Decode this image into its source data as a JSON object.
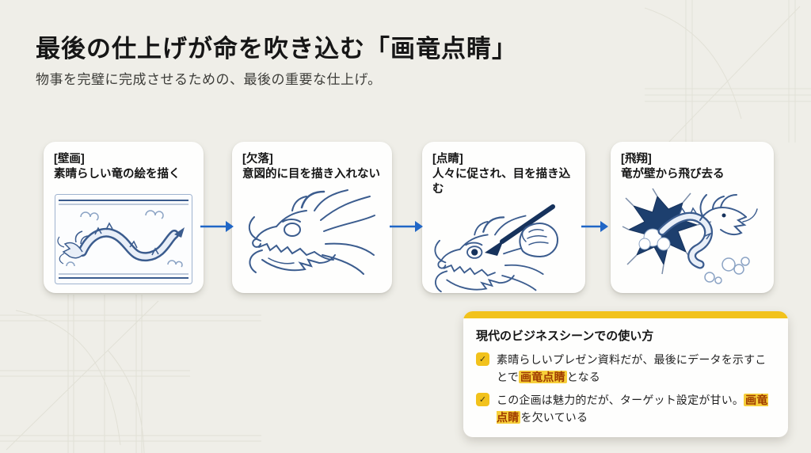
{
  "slide": {
    "title": "最後の仕上げが命を吹き込む「画竜点睛」",
    "subtitle": "物事を完璧に完成させるための、最後の重要な仕上げ。"
  },
  "steps": [
    {
      "tag": "[壁画]",
      "desc": "素晴らしい竜の絵を描く",
      "image": "dragon-mural"
    },
    {
      "tag": "[欠落]",
      "desc": "意図的に目を描き入れない",
      "image": "dragon-head-without-eyes"
    },
    {
      "tag": "[点睛]",
      "desc": "人々に促され、目を描き込む",
      "image": "hand-painting-dragon-eye"
    },
    {
      "tag": "[飛翔]",
      "desc": "竜が壁から飛び去る",
      "image": "dragon-flying-out-of-wall"
    }
  ],
  "usage_box": {
    "title": "現代のビジネスシーンでの使い方",
    "check_icon": "✓",
    "items": [
      {
        "pre": "素晴らしいプレゼン資料だが、最後にデータを示すことで",
        "highlight": "画竜点睛",
        "post": "となる"
      },
      {
        "pre": "この企画は魅力的だが、ターゲット設定が甘い。",
        "highlight": "画竜点睛",
        "post": "を欠いている"
      }
    ]
  },
  "colors": {
    "background": "#efeee8",
    "card_background": "#fefefd",
    "title_text": "#161616",
    "accent_yellow": "#f2c21c",
    "highlight_background": "#f6cf3a",
    "highlight_text": "#9e3a00",
    "arrow_blue": "#2066c6",
    "ink_blue": "#3b5c8e"
  }
}
